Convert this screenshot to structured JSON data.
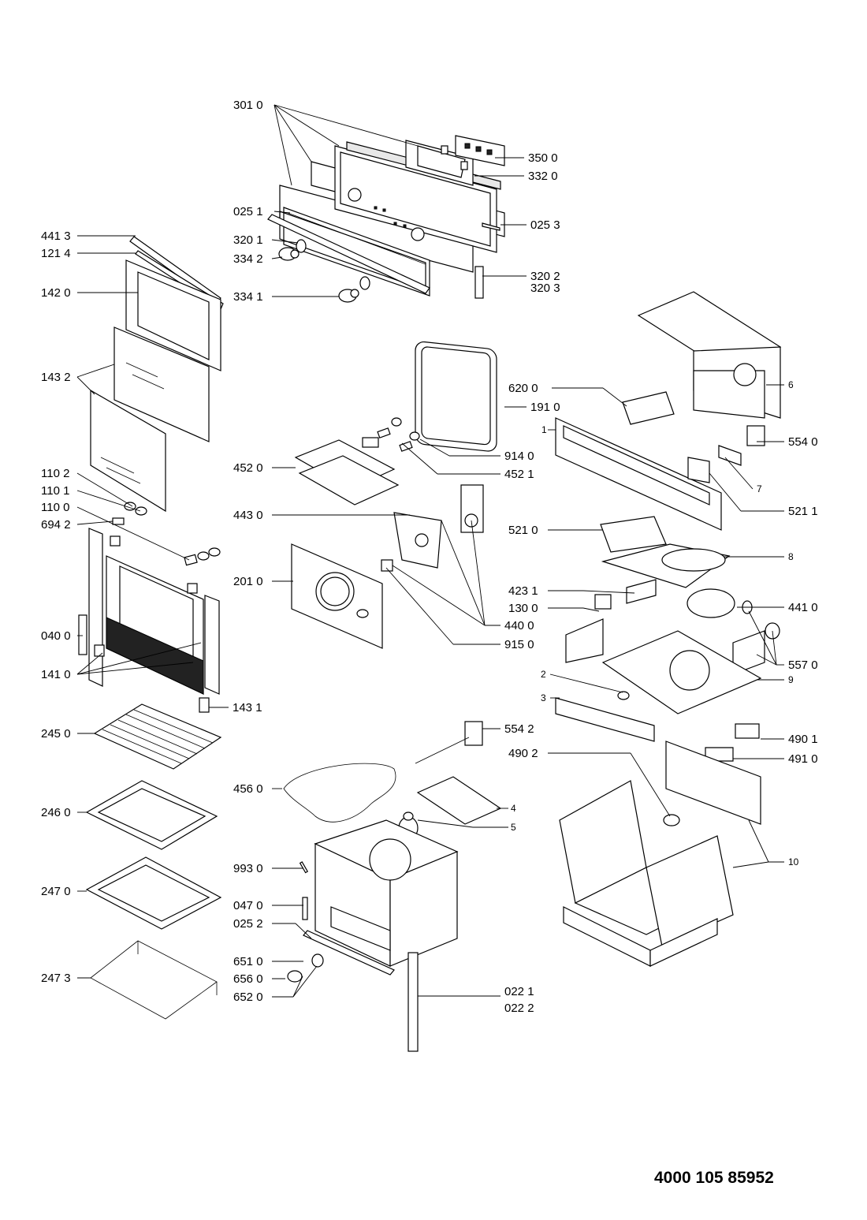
{
  "document": {
    "number": "4000 105 85952"
  },
  "labels": {
    "p3010": "301 0",
    "p3500": "350 0",
    "p3320": "332 0",
    "p0251": "025 1",
    "p0253": "025 3",
    "p4413": "441 3",
    "p1214": "121 4",
    "p3201": "320 1",
    "p3342": "334 2",
    "p3202": "320 2",
    "p3203": "320 3",
    "p1420": "142 0",
    "p3341": "334 1",
    "p1432": "143 2",
    "p6200": "620 0",
    "p1910": "191 0",
    "p6": "6",
    "p1": "1",
    "p5540": "554 0",
    "p9140": "914 0",
    "p4520": "452 0",
    "p4521": "452 1",
    "p7": "7",
    "p1102": "110 2",
    "p1101": "110 1",
    "p1100": "110 0",
    "p6942": "694 2",
    "p4430": "443 0",
    "p5211": "521 1",
    "p5210": "521 0",
    "p8": "8",
    "p2010": "201 0",
    "p4231": "423 1",
    "p1300": "130 0",
    "p4410": "441 0",
    "p4400": "440 0",
    "p0400": "040 0",
    "p9150": "915 0",
    "p5570": "557 0",
    "p1410": "141 0",
    "p2": "2",
    "p9": "9",
    "p3": "3",
    "p1431": "143 1",
    "p2450": "245 0",
    "p5542": "554 2",
    "p4901": "490 1",
    "p4902": "490 2",
    "p4910": "491 0",
    "p4560": "456 0",
    "p2460": "246 0",
    "p4": "4",
    "p5": "5",
    "p9930": "993 0",
    "p10": "10",
    "p2470": "247 0",
    "p0470": "047 0",
    "p0252": "025 2",
    "p6510": "651 0",
    "p2473": "247 3",
    "p6560": "656 0",
    "p6520": "652 0",
    "p0221": "022 1",
    "p0222": "022 2"
  }
}
